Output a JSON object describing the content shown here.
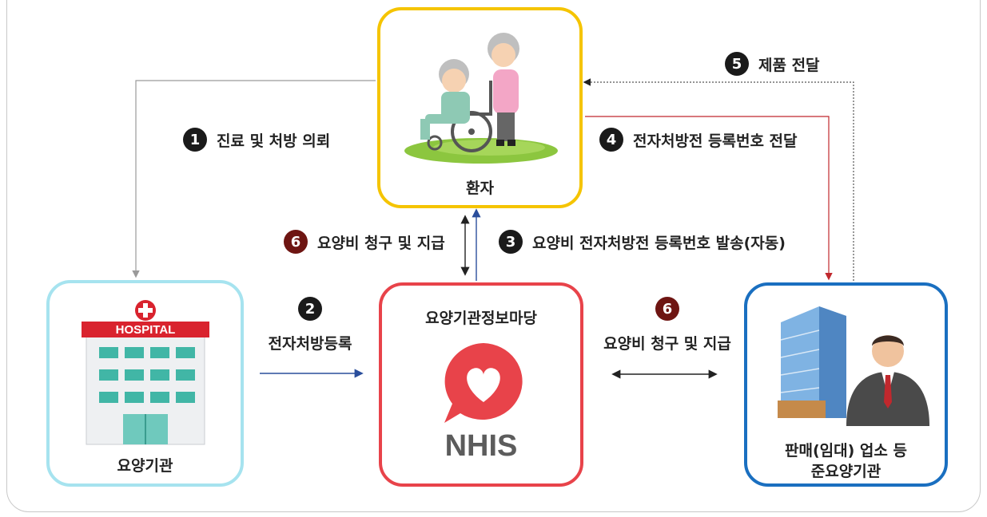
{
  "nodes": {
    "patient": {
      "label": "환자"
    },
    "institution": {
      "label": "요양기관",
      "sign_text": "HOSPITAL"
    },
    "nhis": {
      "title": "요양기관정보마당",
      "logo_text": "NHIS"
    },
    "vendor": {
      "line1": "판매(임대) 업소 등",
      "line2": "준요양기관"
    }
  },
  "steps": {
    "s1": {
      "num": "1",
      "text": "진료 및 처방 의뢰"
    },
    "s2": {
      "num": "2",
      "text": "전자처방등록"
    },
    "s3": {
      "num": "3",
      "text": "요양비 전자처방전 등록번호 발송(자동)"
    },
    "s4": {
      "num": "4",
      "text": "전자처방전 등록번호 전달"
    },
    "s5": {
      "num": "5",
      "text": "제품 전달"
    },
    "s6a": {
      "num": "6",
      "text": "요양비 청구 및 지급"
    },
    "s6b": {
      "num": "6",
      "text": "요양비 청구 및 지급"
    }
  },
  "colors": {
    "patient_border": "#f5c400",
    "institution_border": "#a6e3ef",
    "nhis_border": "#e8434a",
    "vendor_border": "#1a6fc0",
    "badge_dark": "#1a1a1a",
    "badge_red": "#6e1512",
    "arrow_red": "#c0282d",
    "arrow_blue": "#2a4e9c",
    "arrow_gray": "#9a9a9a"
  },
  "icons": {
    "patient": "elderly-couple-wheelchair-icon",
    "institution": "hospital-building-icon",
    "nhis": "heart-speech-bubble-icon",
    "vendor": "office-building-businessman-icon"
  }
}
